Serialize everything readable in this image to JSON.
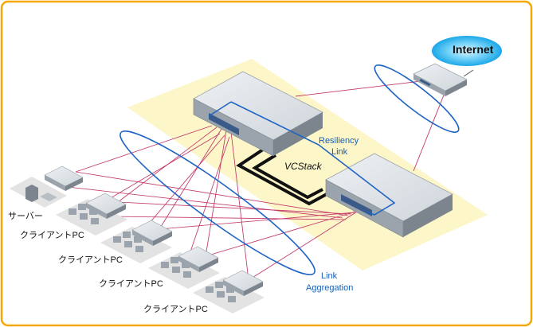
{
  "labels": {
    "internet": "Internet",
    "resiliency_line1": "Resiliency",
    "resiliency_line2": "Link",
    "vcstack": "VCStack",
    "link_aggregation_line1": "Link",
    "link_aggregation_line2": "Aggregation",
    "server": "サーバー",
    "client_pc_1": "クライアントPC",
    "client_pc_2": "クライアントPC",
    "client_pc_3": "クライアントPC",
    "client_pc_4": "クライアントPC"
  },
  "colors": {
    "frame_border": "#f6a800",
    "stack_zone": "#fdf6c8",
    "blue_line": "#1f64c4",
    "pink_line": "#c2376a",
    "internet_glow": "#29b6f0",
    "device_top": "#dde2e7",
    "device_front": "#9ba4ad",
    "device_side": "#7c858e",
    "tile": "#e3e3e3"
  }
}
